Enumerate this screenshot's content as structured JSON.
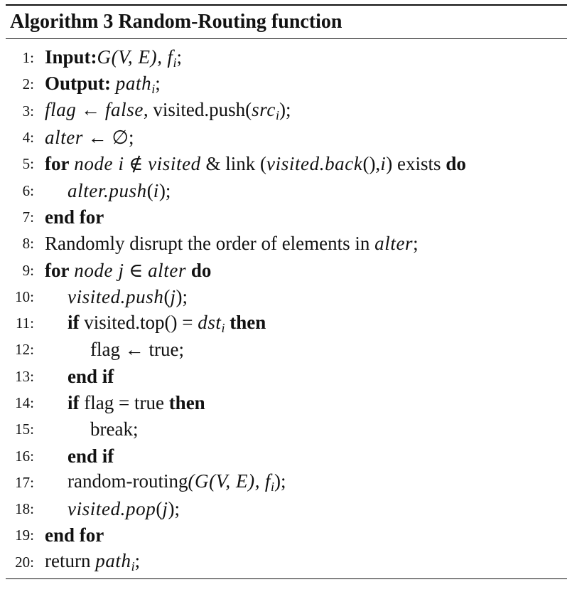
{
  "algorithm": {
    "label": "Algorithm 3",
    "title": "Random-Routing function"
  },
  "lines": [
    {
      "num": "1:",
      "input_kw": "Input:",
      "graph": "G(V, E),",
      "f": "f",
      "f_sub": "i",
      "end": ";"
    },
    {
      "num": "2:",
      "output_kw": "Output:",
      "path": "path",
      "path_sub": "i",
      "end": ";"
    },
    {
      "num": "3:",
      "flag": "flag",
      "arrow": "←",
      "false": "false",
      "comma": ",",
      "visited_push": "visited.push(",
      "src": "src",
      "src_sub": "i",
      "end": ");"
    },
    {
      "num": "4:",
      "alter": "alter",
      "arrow": "←",
      "empty": "∅;"
    },
    {
      "num": "5:",
      "for_kw": "for",
      "node_i": "node i",
      "notin": "∉",
      "visited": "visited",
      "amp": "&",
      "link": "link",
      "paren_open": "(",
      "visited_back": "visited.back",
      "back_args": "(),",
      "i": "i",
      "paren_close": ")",
      "exists": "exists",
      "do_kw": "do"
    },
    {
      "num": "6:",
      "alter_push": "alter.push",
      "args_open": "(",
      "i": "i",
      "args_close": ");"
    },
    {
      "num": "7:",
      "endfor_kw": "end for"
    },
    {
      "num": "8:",
      "text": "Randomly disrupt the order of elements in",
      "alter": "alter",
      "end": ";"
    },
    {
      "num": "9:",
      "for_kw": "for",
      "node_j": "node j",
      "in": "∈",
      "alter": "alter",
      "do_kw": "do"
    },
    {
      "num": "10:",
      "visited_push": "visited.push",
      "args_open": "(",
      "j": "j",
      "args_close": ");"
    },
    {
      "num": "11:",
      "if_kw": "if",
      "visited_top": "visited.top()",
      "eq": "=",
      "dst": "dst",
      "dst_sub": "i",
      "then_kw": "then"
    },
    {
      "num": "12:",
      "text": "flag ← true;"
    },
    {
      "num": "13:",
      "endif_kw": "end if"
    },
    {
      "num": "14:",
      "if_kw": "if",
      "text": "flag = true",
      "then_kw": "then"
    },
    {
      "num": "15:",
      "text": "break;"
    },
    {
      "num": "16:",
      "endif_kw": "end if"
    },
    {
      "num": "17:",
      "call": "random-routing",
      "graph": "(G(V, E),",
      "f": "f",
      "f_sub": "i",
      "end": ");"
    },
    {
      "num": "18:",
      "visited_pop": "visited.pop",
      "args_open": "(",
      "j": "j",
      "args_close": ");"
    },
    {
      "num": "19:",
      "endfor_kw": "end for"
    },
    {
      "num": "20:",
      "text": "return",
      "path": "path",
      "path_sub": "i",
      "end": ";"
    }
  ]
}
